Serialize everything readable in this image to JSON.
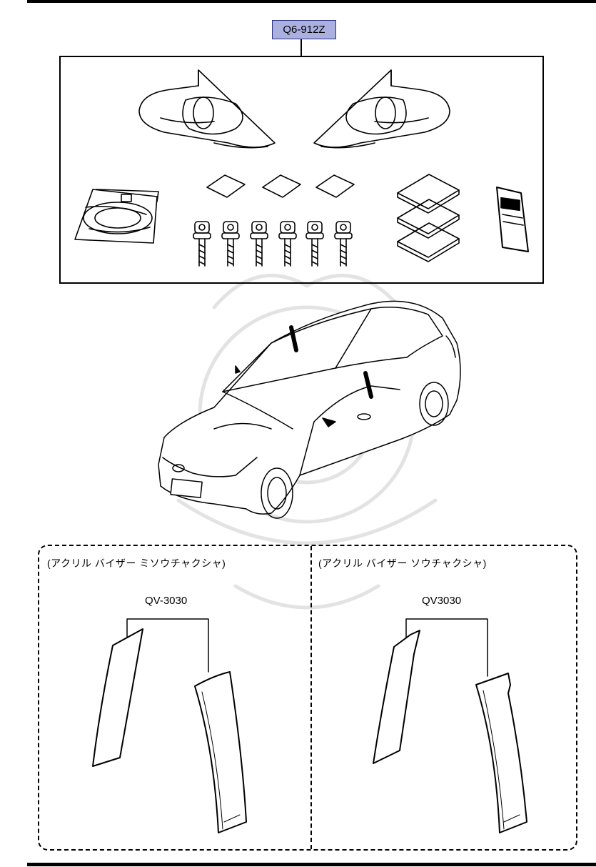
{
  "diagram": {
    "part_number": "Q6-912Z",
    "left_section": {
      "title": "(アクリル バイザー ミソウチャクシャ)",
      "part_number": "QV-3030"
    },
    "right_section": {
      "title": "(アクリル バイザー ソウチャクシャ)",
      "part_number": "QV3030"
    }
  }
}
